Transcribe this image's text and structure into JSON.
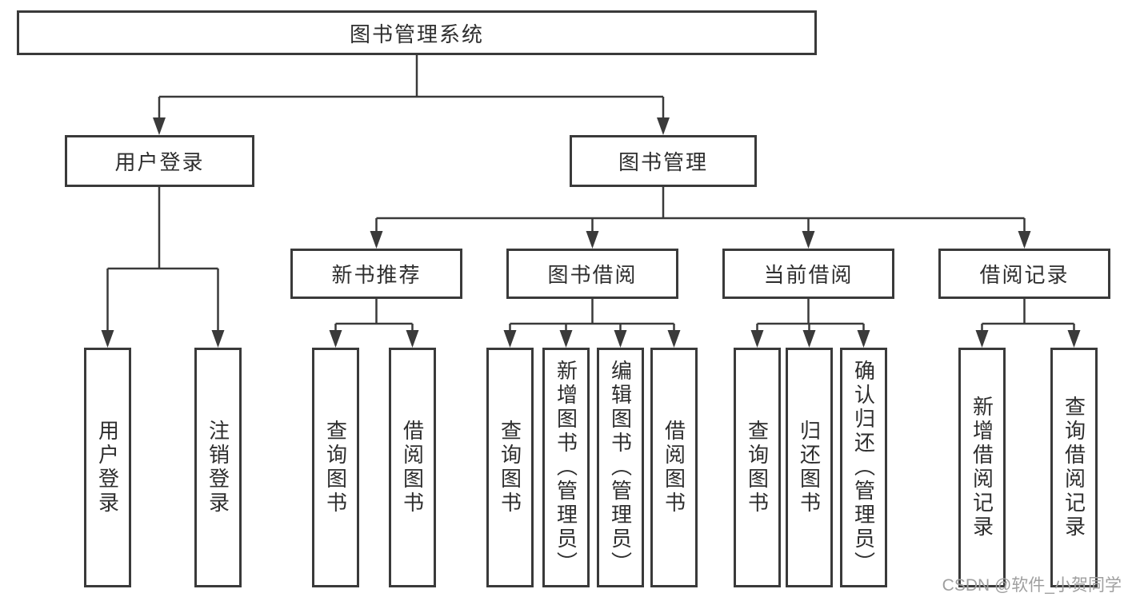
{
  "tree": {
    "label": "图书管理系统",
    "children": [
      {
        "label": "用户登录",
        "children": [
          {
            "label": "用户登录"
          },
          {
            "label": "注销登录"
          }
        ]
      },
      {
        "label": "图书管理",
        "children": [
          {
            "label": "新书推荐",
            "children": [
              {
                "label": "查询图书"
              },
              {
                "label": "借阅图书"
              }
            ]
          },
          {
            "label": "图书借阅",
            "children": [
              {
                "label": "查询图书"
              },
              {
                "label": "新增图书（管理员）"
              },
              {
                "label": "编辑图书（管理员）"
              },
              {
                "label": "借阅图书"
              }
            ]
          },
          {
            "label": "当前借阅",
            "children": [
              {
                "label": "查询图书"
              },
              {
                "label": "归还图书"
              },
              {
                "label": "确认归还（管理员）"
              }
            ]
          },
          {
            "label": "借阅记录",
            "children": [
              {
                "label": "新增借阅记录"
              },
              {
                "label": "查询借阅记录"
              }
            ]
          }
        ]
      }
    ]
  },
  "watermark": {
    "text": "CSDN @软件_小贺同学"
  },
  "colors": {
    "line": "#3a3a3a",
    "box_border": "#3a3a3a",
    "text": "#2e2e2e",
    "watermark": "#9f9f9f",
    "background": "#ffffff"
  }
}
